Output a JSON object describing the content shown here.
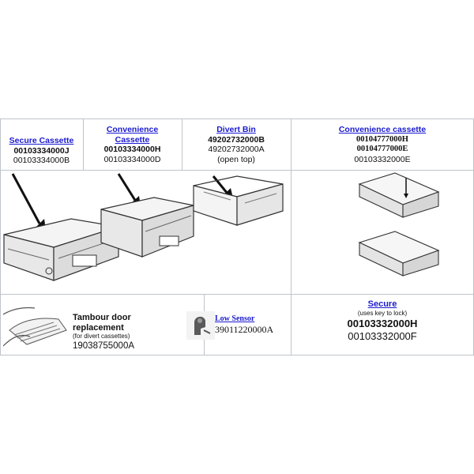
{
  "col1": {
    "title": "Secure Cassette",
    "code_bold": "00103334000J",
    "code": "00103334000B"
  },
  "col2": {
    "title_line1": "Convenience",
    "title_line2": "Cassette",
    "code_bold": "00103334000H",
    "code": "00103334000D"
  },
  "col3": {
    "title": "Divert Bin",
    "code_bold": "49202732000B",
    "code": "49202732000A",
    "note": "(open top)"
  },
  "col4": {
    "title": "Convenience cassette",
    "code_bold1": "00104777000H",
    "code_bold2": "00104777000E",
    "code": "00103332000E"
  },
  "tambour": {
    "title_line1": "Tambour door",
    "title_line2": "replacement",
    "note": "(for divert cassettes)",
    "code": "19038755000A"
  },
  "sensor": {
    "title": "Low Sensor",
    "code": "39011220000A"
  },
  "secure": {
    "title": "Secure",
    "note": "(uses key to lock)",
    "code_bold": "00103332000H",
    "code": "00103332000F"
  }
}
